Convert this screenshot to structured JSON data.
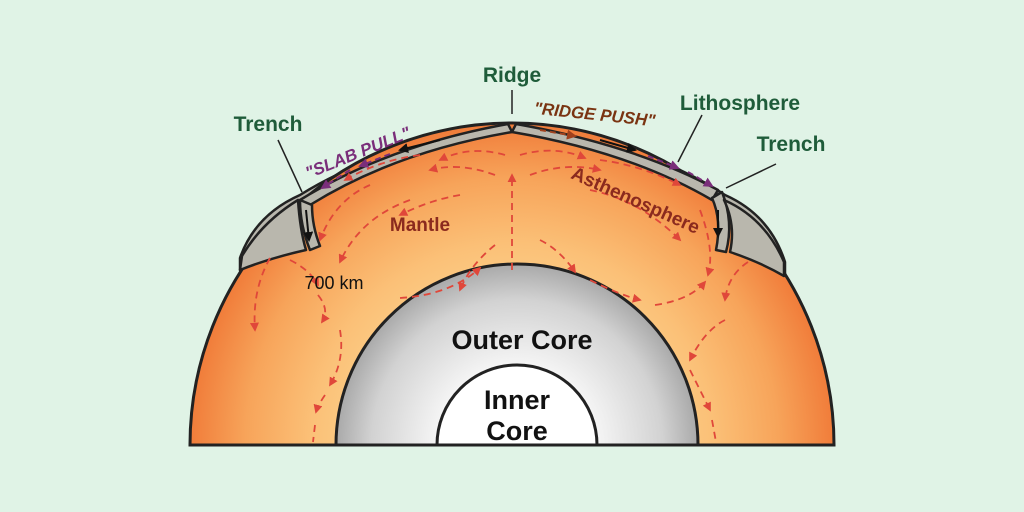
{
  "labels": {
    "ridge": "Ridge",
    "ridge_push": "\"RIDGE PUSH\"",
    "slab_pull": "\"SLAB PULL\"",
    "lithosphere": "Lithosphere",
    "trench_left": "Trench",
    "trench_right": "Trench",
    "asthenosphere": "Asthenosphere",
    "mantle": "Mantle",
    "depth": "700 km",
    "outer_core": "Outer Core",
    "inner_core_line1": "Inner",
    "inner_core_line2": "Core"
  },
  "colors": {
    "background": "#e0f3e6",
    "label_green": "#1f5c3a",
    "label_red": "#8b2a1e",
    "slab_pull": "#7a2e7a",
    "ridge_push": "#7a3412",
    "mantle_outer": "#f07f3c",
    "mantle_inner": "#fbc77e",
    "lithosphere": "#b9b7ad",
    "arrow": "#e0473a",
    "core_gray": "#bdbdbd"
  }
}
